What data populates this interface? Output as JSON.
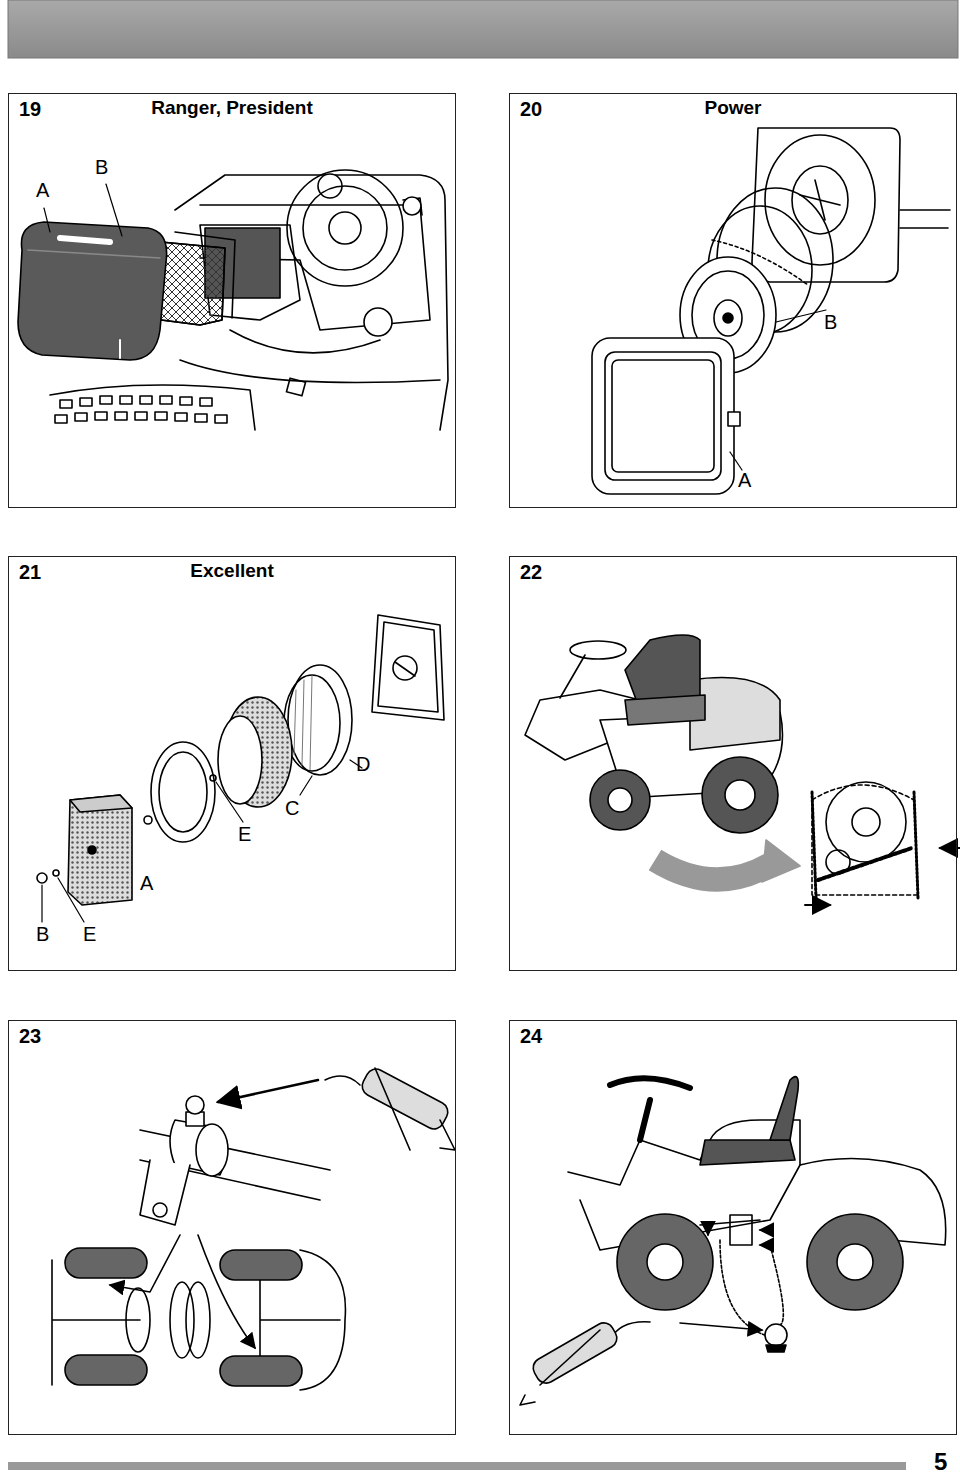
{
  "diagram": {
    "nodes": [
      {
        "text": [
          "19",
          "Ranger, President"
        ]
      },
      {
        "text": [
          "20",
          "Power"
        ]
      },
      {
        "text": [
          "21",
          "Excellent"
        ]
      },
      {
        "text": [
          "22"
        ]
      },
      {
        "text": [
          "23"
        ]
      },
      {
        "text": [
          "24"
        ]
      }
    ],
    "labels": [
      "A",
      "B",
      "B",
      "A",
      "D",
      "C",
      "E",
      "A",
      "B",
      "E",
      "5"
    ]
  }
}
